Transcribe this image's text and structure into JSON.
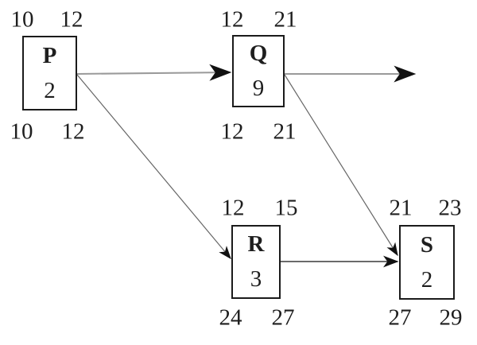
{
  "diagram": {
    "type": "activity-on-node-network",
    "nodes": {
      "P": {
        "label": "P",
        "duration": "2",
        "earliest_start": "10",
        "earliest_finish": "12",
        "latest_start": "10",
        "latest_finish": "12"
      },
      "Q": {
        "label": "Q",
        "duration": "9",
        "earliest_start": "12",
        "earliest_finish": "21",
        "latest_start": "12",
        "latest_finish": "21"
      },
      "R": {
        "label": "R",
        "duration": "3",
        "earliest_start": "12",
        "earliest_finish": "15",
        "latest_start": "24",
        "latest_finish": "27"
      },
      "S": {
        "label": "S",
        "duration": "2",
        "earliest_start": "21",
        "earliest_finish": "23",
        "latest_start": "27",
        "latest_finish": "29"
      }
    },
    "edges": [
      {
        "from": "P",
        "to": "Q"
      },
      {
        "from": "P",
        "to": "R"
      },
      {
        "from": "Q",
        "to": "out"
      },
      {
        "from": "Q",
        "to": "S"
      },
      {
        "from": "R",
        "to": "S"
      }
    ],
    "colors": {
      "box_border": "#1b1b1b",
      "text": "#1e1e1e",
      "line_gray": "#9a9a9a",
      "line_dark": "#666666",
      "line_black": "#3a3a3a",
      "arrowhead": "#111111",
      "background": "#ffffff"
    }
  }
}
